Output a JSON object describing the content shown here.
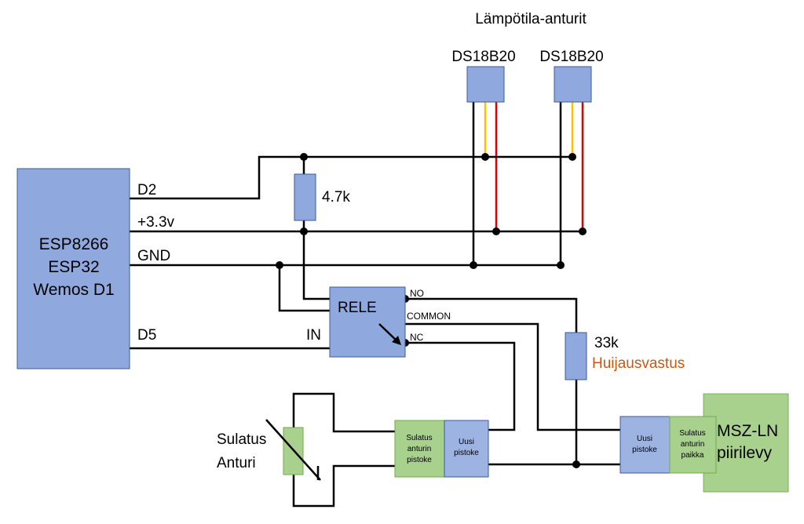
{
  "diagram": {
    "header": "Lämpötila-anturit",
    "sensors": [
      {
        "label": "DS18B20"
      },
      {
        "label": "DS18B20"
      }
    ],
    "mcu": {
      "line1": "ESP8266",
      "line2": "ESP32",
      "line3": "Wemos D1"
    },
    "mcu_pins": {
      "d2": "D2",
      "v33": "+3.3v",
      "gnd": "GND",
      "d5": "D5"
    },
    "pullup": "4.7k",
    "relay": {
      "label": "RELE",
      "in": "IN",
      "no": "NO",
      "common": "COMMON",
      "nc": "NC"
    },
    "resistor": {
      "value": "33k",
      "name": "Huijausvastus"
    },
    "defrost_sensor": {
      "line1": "Sulatus",
      "line2": "Anturi"
    },
    "connector_left_green": {
      "line1": "Sulatus",
      "line2": "anturin",
      "line3": "pistoke"
    },
    "connector_left_blue": {
      "line1": "Uusi",
      "line2": "pistoke"
    },
    "connector_right_blue": {
      "line1": "Uusi",
      "line2": "pistoke"
    },
    "connector_right_green": {
      "line1": "Sulatus",
      "line2": "anturin",
      "line3": "paikka"
    },
    "board": {
      "line1": "MSZ-LN",
      "line2": "piirilevy"
    },
    "colors": {
      "box_blue": "#8fa9de",
      "box_green": "#a9d18e",
      "wire_data": "#ffc000",
      "wire_power": "#e00000",
      "accent_orange": "#c55a11"
    }
  }
}
